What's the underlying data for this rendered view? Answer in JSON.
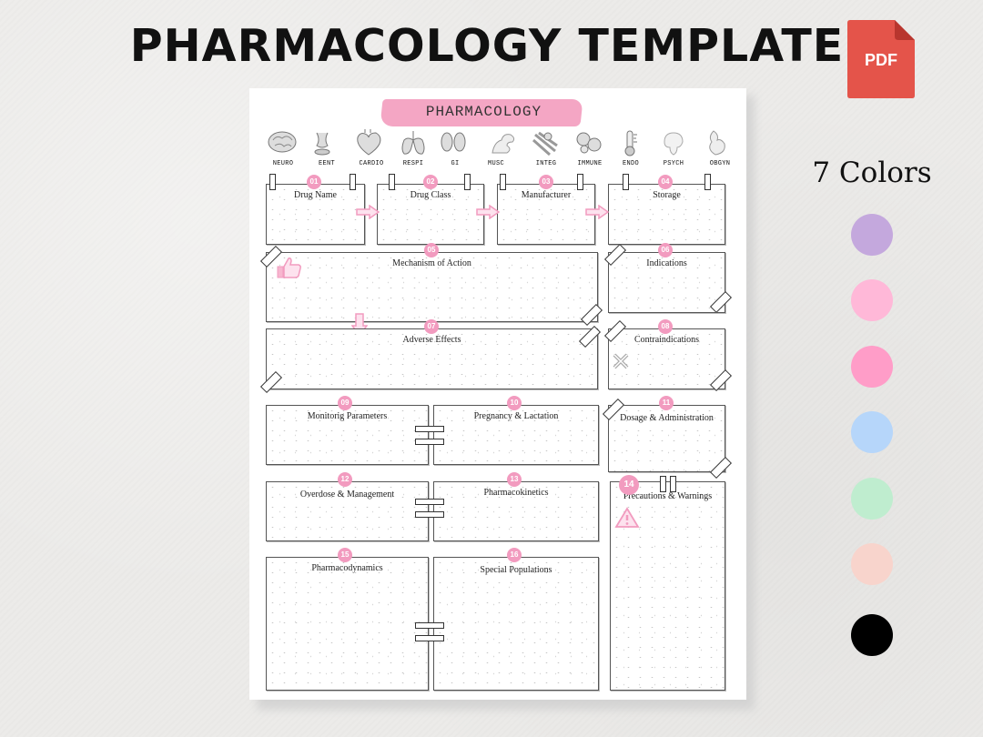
{
  "header": {
    "title": "PHARMACOLOGY TEMPLATE",
    "pdf_label": "PDF",
    "colors_title": "7 Colors"
  },
  "swatches": [
    {
      "name": "purple",
      "color": "#c4a8dd"
    },
    {
      "name": "light-pink",
      "color": "#ffb8d8"
    },
    {
      "name": "pink",
      "color": "#ff9dc8"
    },
    {
      "name": "light-blue",
      "color": "#b6d6fa"
    },
    {
      "name": "mint",
      "color": "#bfedcf"
    },
    {
      "name": "peach",
      "color": "#f8d4cc"
    },
    {
      "name": "black",
      "color": "#000000"
    }
  ],
  "page": {
    "title": "PHARMACOLOGY",
    "accent_color": "#f29bbf",
    "systems": [
      "NEURO",
      "EENT",
      "CARDIO",
      "RESPI",
      "GI",
      "MUSC",
      "INTEG",
      "IMMUNE",
      "ENDO",
      "PSYCH",
      "OBGYN"
    ],
    "sections": [
      {
        "num": "01",
        "label": "Drug Name"
      },
      {
        "num": "02",
        "label": "Drug Class"
      },
      {
        "num": "03",
        "label": "Manufacturer"
      },
      {
        "num": "04",
        "label": "Storage"
      },
      {
        "num": "05",
        "label": "Mechanism of Action"
      },
      {
        "num": "06",
        "label": "Indications"
      },
      {
        "num": "07",
        "label": "Adverse Effects"
      },
      {
        "num": "08",
        "label": "Contraindications"
      },
      {
        "num": "09",
        "label": "Monitorig Parameters"
      },
      {
        "num": "10",
        "label": "Pregnancy & Lactation"
      },
      {
        "num": "11",
        "label": "Dosage & Administration"
      },
      {
        "num": "12",
        "label": "Overdose & Management"
      },
      {
        "num": "13",
        "label": "Pharmacokinetics"
      },
      {
        "num": "14",
        "label": "Precautions & Warnings"
      },
      {
        "num": "15",
        "label": "Pharmacodynamics"
      },
      {
        "num": "16",
        "label": "Special Populations"
      }
    ]
  }
}
